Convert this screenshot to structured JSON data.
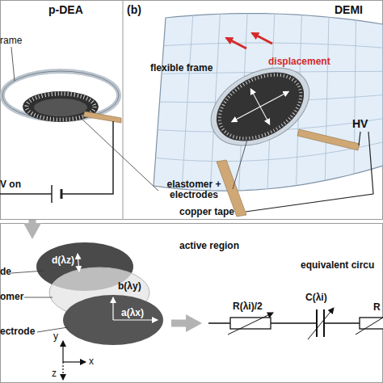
{
  "diagram": {
    "nodes": [
      {
        "text": [
          "p-DEA"
        ]
      },
      {
        "text": [
          "(b)",
          "DEMI"
        ]
      },
      {
        "text": [
          "active region"
        ]
      },
      {
        "text": [
          "equivalent circu"
        ]
      }
    ],
    "edges": [
      {
        "from": 0,
        "to": 2,
        "arrow": "to"
      },
      {
        "from": 2,
        "to": 3,
        "arrow": "to"
      }
    ],
    "labels": [
      "rame",
      "V on",
      "flexible frame",
      "displacement",
      "HV",
      "elastomer + electrodes",
      "copper tape",
      "de",
      "omer",
      "ectrode",
      "d(λz)",
      "b(λy)",
      "a(λx)",
      "x",
      "y",
      "z",
      "C(λi)",
      "R(λi)/2",
      "R"
    ]
  }
}
